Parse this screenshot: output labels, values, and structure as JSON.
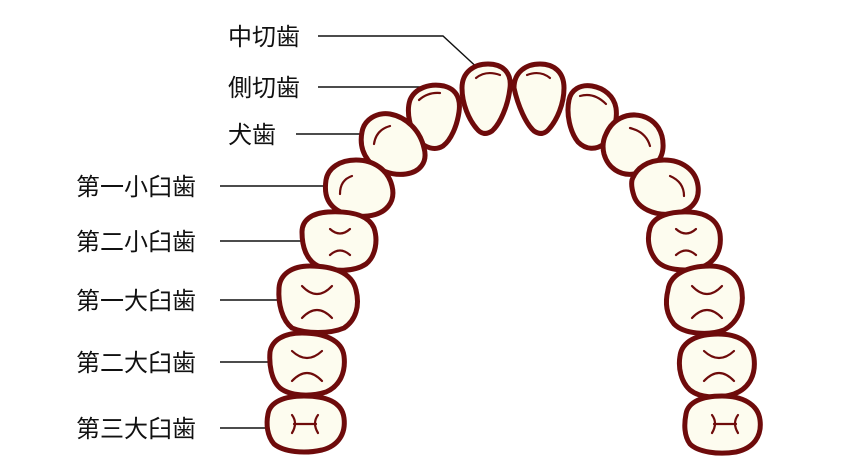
{
  "labels": {
    "central_incisor": "中切歯",
    "lateral_incisor": "側切歯",
    "canine": "犬歯",
    "first_premolar": "第一小臼歯",
    "second_premolar": "第二小臼歯",
    "first_molar": "第一大臼歯",
    "second_molar": "第二大臼歯",
    "third_molar": "第三大臼歯"
  },
  "colors": {
    "tooth_fill": "#fdfcef",
    "tooth_outline": "#6e0b0b",
    "leader_line": "#111111",
    "label_text": "#111111"
  }
}
